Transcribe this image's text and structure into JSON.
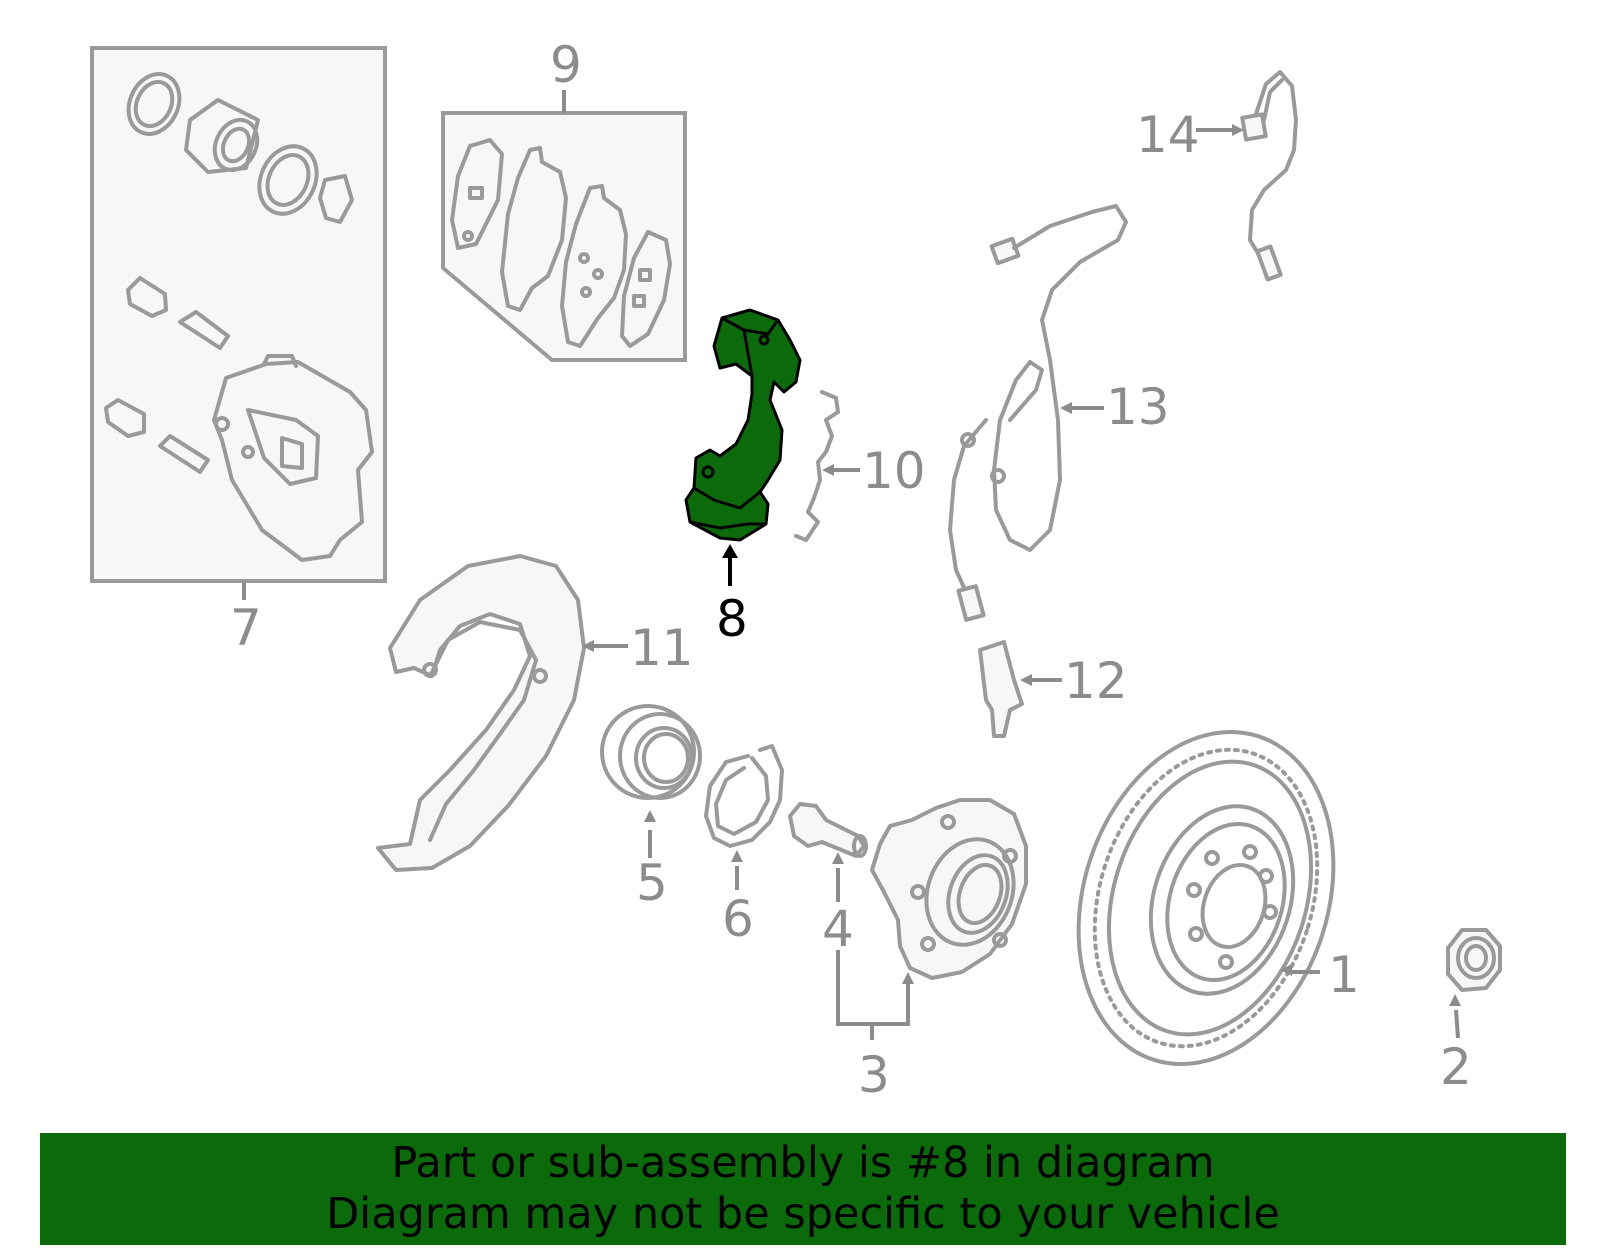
{
  "diagram": {
    "highlight_color": "#0b6b0b",
    "line_color": "#9a9a9a",
    "callouts": {
      "c1": "1",
      "c2": "2",
      "c3": "3",
      "c4": "4",
      "c5": "5",
      "c6": "6",
      "c7": "7",
      "c8": "8",
      "c9": "9",
      "c10": "10",
      "c11": "11",
      "c12": "12",
      "c13": "13",
      "c14": "14"
    },
    "highlighted_callout": "8"
  },
  "banner": {
    "line1": "Part or sub-assembly is #8 in diagram",
    "line2": "Diagram may not be specific to your vehicle",
    "background": "#0b6b0b"
  }
}
